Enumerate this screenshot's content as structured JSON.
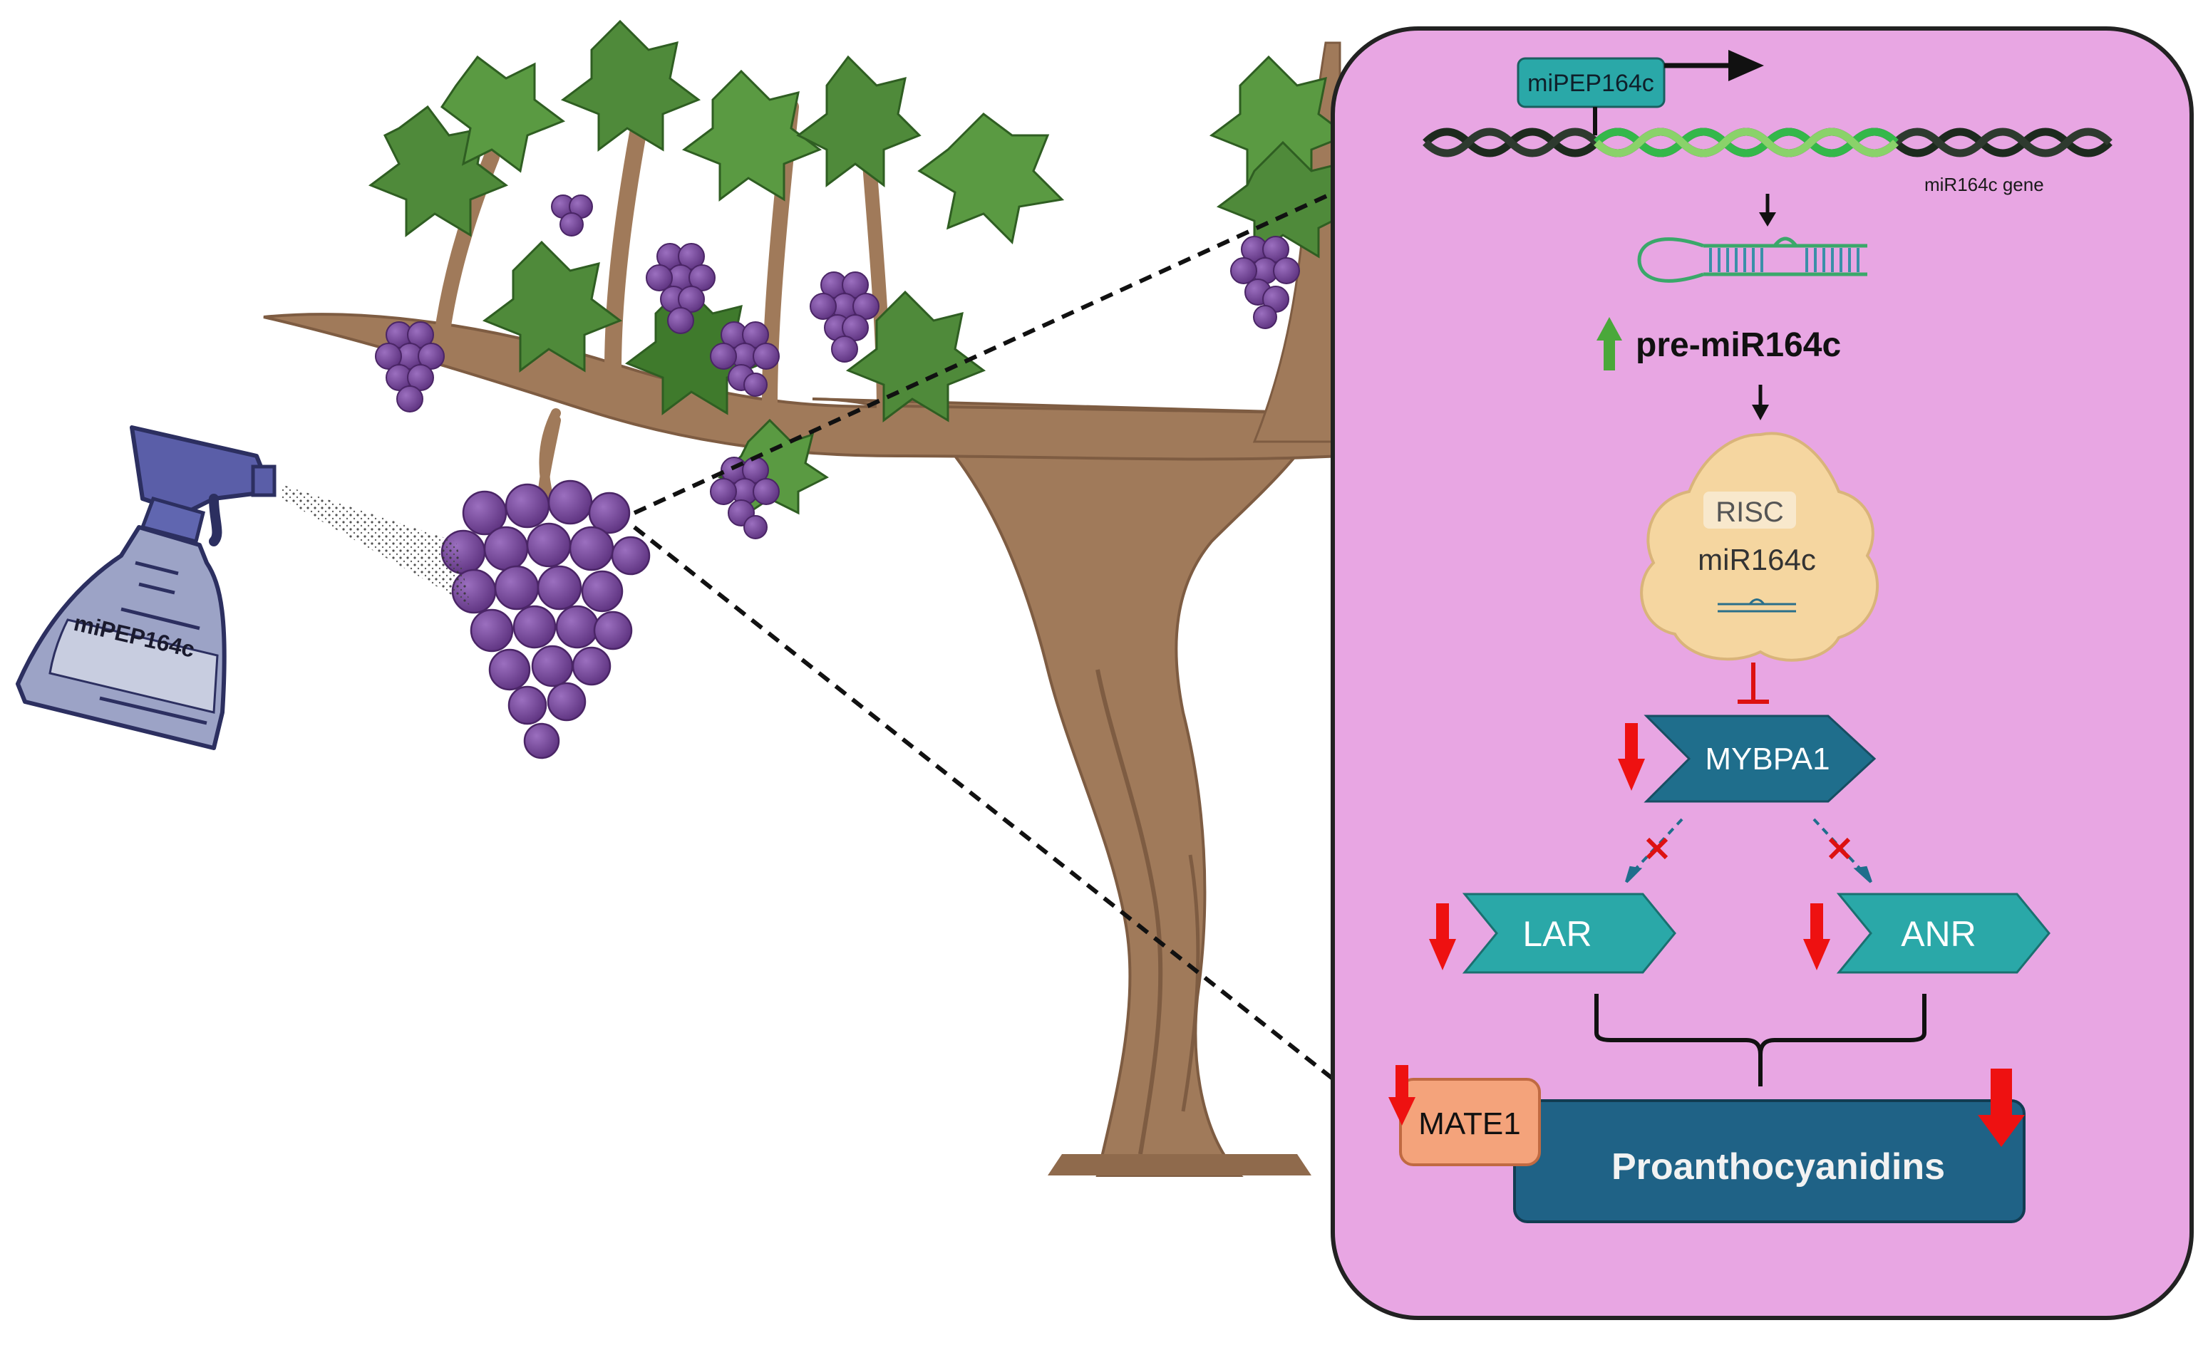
{
  "spray": {
    "label": "miPEP164c"
  },
  "panel": {
    "miPEP_box": "miPEP164c",
    "gene_label": "miR164c gene",
    "pre_mirna_label": "pre-miR164c",
    "risc_label": "RISC",
    "mirna_label": "miR164c",
    "mybpa1_label": "MYBPA1",
    "lar_label": "LAR",
    "anr_label": "ANR",
    "mate1_label": "MATE1",
    "product_label": "Proanthocyanidins"
  },
  "colors": {
    "panel_fill": "#e8a6e3",
    "teal_box": "#2aa8a8",
    "dark_teal": "#1f6e8c",
    "product_box": "#1f6286",
    "mate_box": "#f4a37b",
    "down_arrow": "#ee1111",
    "up_arrow": "#4aa83a",
    "grape": "#7a4b9a",
    "leaf": "#4f8a3a",
    "trunk": "#a07a5a"
  },
  "icons": [
    "spray-bottle-icon",
    "grapevine-icon",
    "dna-helix-icon",
    "hairpin-rna-icon",
    "risc-complex-icon",
    "inhibition-icon",
    "blocked-arrow-icon",
    "down-arrow-icon",
    "up-arrow-icon"
  ]
}
